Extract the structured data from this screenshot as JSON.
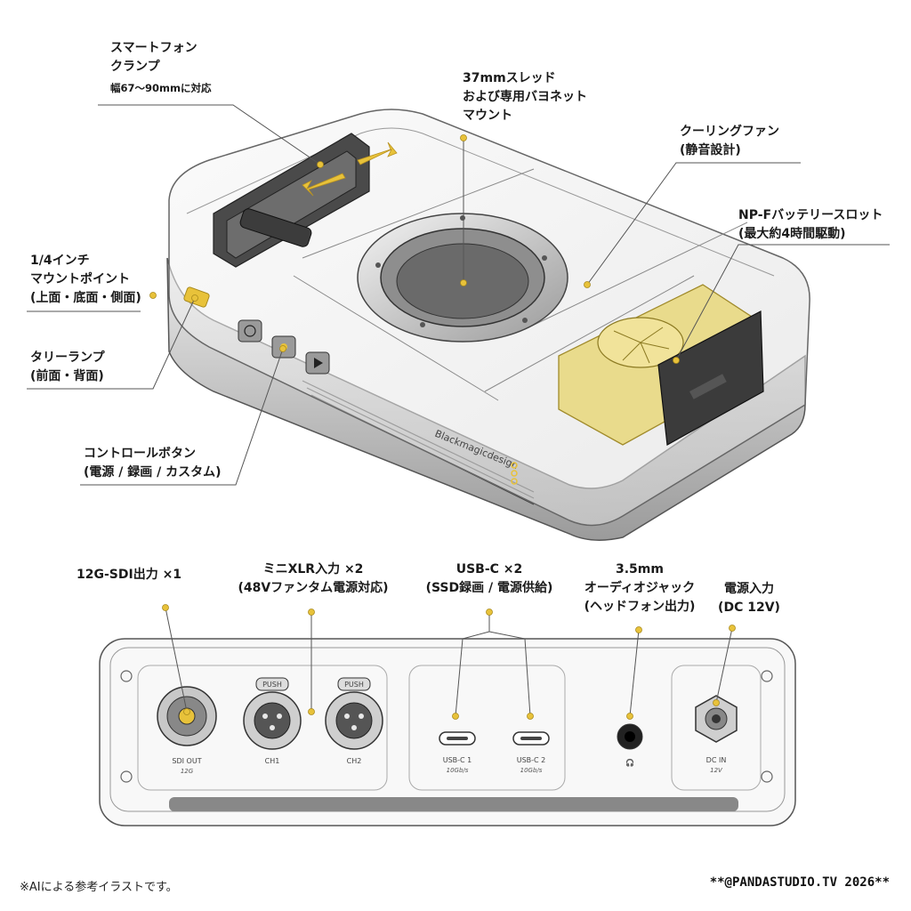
{
  "colors": {
    "accent": "#e8c23a",
    "line": "#555555",
    "body": "#cfcfcf"
  },
  "callouts": {
    "clamp": {
      "l1": "スマートフォン",
      "l2": "クランプ",
      "sub": "幅67〜90mmに対応"
    },
    "mount": {
      "l1": "37mmスレッド",
      "l2": "および専用バヨネット",
      "l3": "マウント"
    },
    "fan": {
      "l1": "クーリングファン",
      "l2": "(静音設計)"
    },
    "battery": {
      "l1": "NP-Fバッテリースロット",
      "l2": "(最大約4時間駆動)"
    },
    "quarter": {
      "l1": "1/4インチ",
      "l2": "マウントポイント",
      "l3": "(上面・底面・側面)"
    },
    "tally": {
      "l1": "タリーランプ",
      "l2": "(前面・背面)"
    },
    "buttons": {
      "l1": "コントロールボタン",
      "l2": "(電源 / 録画 / カスタム)"
    },
    "sdi": {
      "l1": "12G-SDI出力 ×1"
    },
    "xlr": {
      "l1": "ミニXLR入力 ×2",
      "l2": "(48Vファンタム電源対応)"
    },
    "usbc": {
      "l1": "USB-C ×2",
      "l2": "(SSD録画 / 電源供給)"
    },
    "audio": {
      "l1": "3.5mm",
      "l2": "オーディオジャック",
      "l3": "(ヘッドフォン出力)"
    },
    "power": {
      "l1": "電源入力",
      "l2": "(DC 12V)"
    }
  },
  "device": {
    "brand": "Blackmagicdesign"
  },
  "ports": {
    "sdi": {
      "label": "SDI OUT",
      "sub": "12G"
    },
    "ch1": {
      "label": "CH1",
      "push": "PUSH"
    },
    "ch2": {
      "label": "CH2",
      "push": "PUSH"
    },
    "usb1": {
      "label": "USB-C 1",
      "sub": "10Gb/s"
    },
    "usb2": {
      "label": "USB-C 2",
      "sub": "10Gb/s"
    },
    "headphone": {
      "label": "🎧"
    },
    "dc": {
      "label": "DC IN",
      "sub": "12V"
    }
  },
  "footer": {
    "note": "※AIによる参考イラストです。",
    "credit": "**@PANDASTUDIO.TV 2026**"
  }
}
